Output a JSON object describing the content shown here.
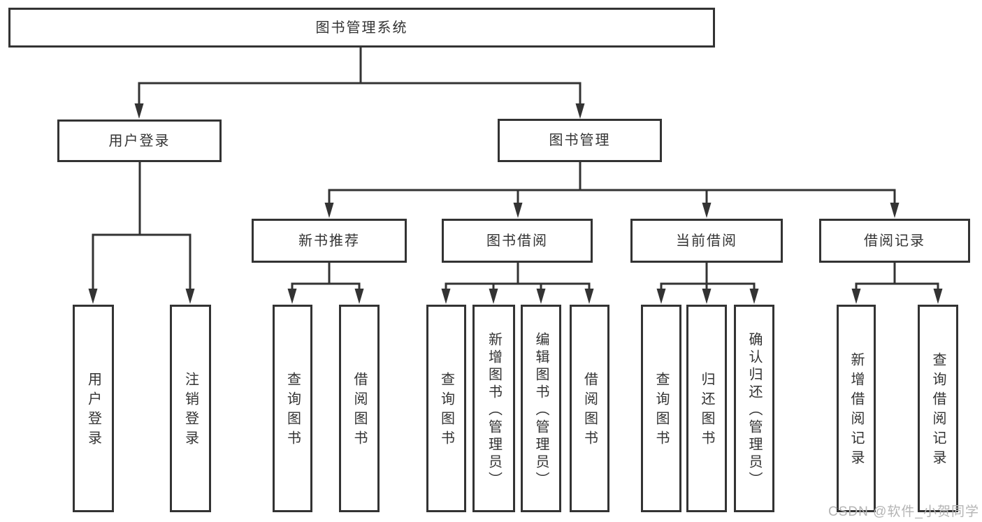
{
  "diagram": {
    "type": "hierarchy",
    "tree": {
      "label": "图书管理系统",
      "children": [
        {
          "label": "用户登录",
          "children": [
            {
              "label": "用户登录"
            },
            {
              "label": "注销登录"
            }
          ]
        },
        {
          "label": "图书管理",
          "children": [
            {
              "label": "新书推荐",
              "children": [
                {
                  "label": "查询图书"
                },
                {
                  "label": "借阅图书"
                }
              ]
            },
            {
              "label": "图书借阅",
              "children": [
                {
                  "label": "查询图书"
                },
                {
                  "label": "新增图书（管理员）"
                },
                {
                  "label": "编辑图书（管理员）"
                },
                {
                  "label": "借阅图书"
                }
              ]
            },
            {
              "label": "当前借阅",
              "children": [
                {
                  "label": "查询图书"
                },
                {
                  "label": "归还图书"
                },
                {
                  "label": "确认归还（管理员）"
                }
              ]
            },
            {
              "label": "借阅记录",
              "children": [
                {
                  "label": "新增借阅记录"
                },
                {
                  "label": "查询借阅记录"
                }
              ]
            }
          ]
        }
      ]
    }
  },
  "watermark": {
    "text": "CSDN @软件_小贺同学"
  },
  "colors": {
    "line": "#333333",
    "text": "#333333",
    "background": "#ffffff",
    "watermark_text": "#b4b4b4"
  }
}
